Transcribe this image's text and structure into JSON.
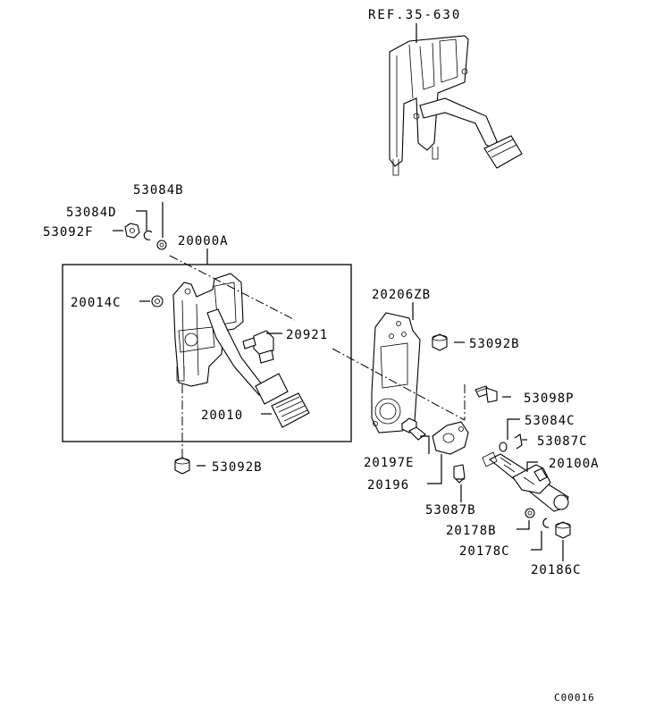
{
  "reference": "REF.35-630",
  "figure_code": "C00016",
  "callouts": {
    "p53084B": "53084B",
    "p53084D": "53084D",
    "p53092F": "53092F",
    "p20000A": "20000A",
    "p20014C": "20014C",
    "p20921": "20921",
    "p20010": "20010",
    "p53092B_a": "53092B",
    "p20206ZB": "20206ZB",
    "p53092B_b": "53092B",
    "p53098P": "53098P",
    "p53084C": "53084C",
    "p53087C": "53087C",
    "p20197E": "20197E",
    "p20100A": "20100A",
    "p20196": "20196",
    "p53087B": "53087B",
    "p20178B": "20178B",
    "p20178C": "20178C",
    "p20186C": "20186C"
  }
}
